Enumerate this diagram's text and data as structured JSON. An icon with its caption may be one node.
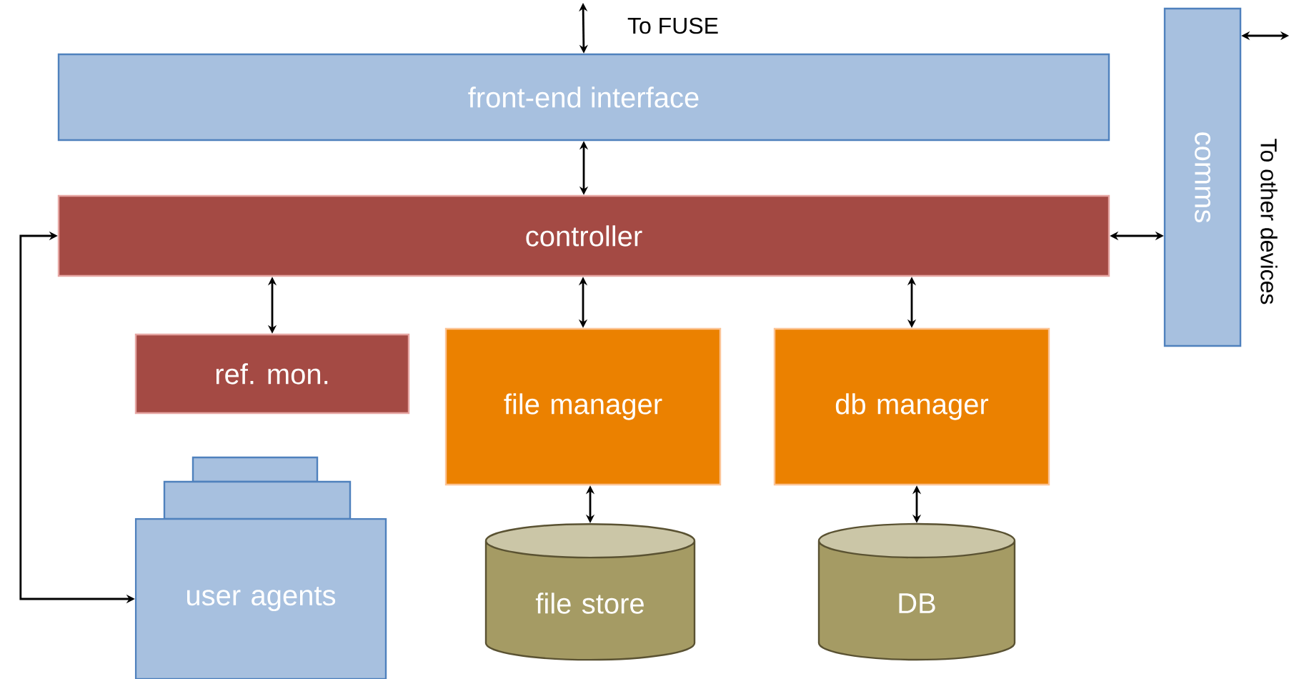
{
  "diagram": {
    "nodes": [
      {
        "text": [
          "front-end interface"
        ]
      },
      {
        "text": [
          "controller"
        ]
      },
      {
        "text": [
          "comms"
        ]
      },
      {
        "text": [
          "ref. mon."
        ]
      },
      {
        "text": [
          "file manager"
        ]
      },
      {
        "text": [
          "db manager"
        ]
      },
      {
        "text": [
          "user agents"
        ]
      },
      {
        "text": [
          "file store"
        ]
      },
      {
        "text": [
          "DB"
        ]
      }
    ],
    "edges": [
      {
        "from": null,
        "to": 0,
        "arrow": "both",
        "label": "To FUSE"
      },
      {
        "from": 0,
        "to": 1,
        "arrow": "both"
      },
      {
        "from": 1,
        "to": 2,
        "arrow": "both"
      },
      {
        "from": null,
        "to": 2,
        "arrow": "both",
        "label": "To other devices"
      },
      {
        "from": 1,
        "to": 3,
        "arrow": "both"
      },
      {
        "from": 1,
        "to": 4,
        "arrow": "both"
      },
      {
        "from": 1,
        "to": 5,
        "arrow": "both"
      },
      {
        "from": 4,
        "to": 7,
        "arrow": "both"
      },
      {
        "from": 5,
        "to": 8,
        "arrow": "both"
      },
      {
        "from": 1,
        "to": 6,
        "arrow": "both"
      }
    ]
  }
}
